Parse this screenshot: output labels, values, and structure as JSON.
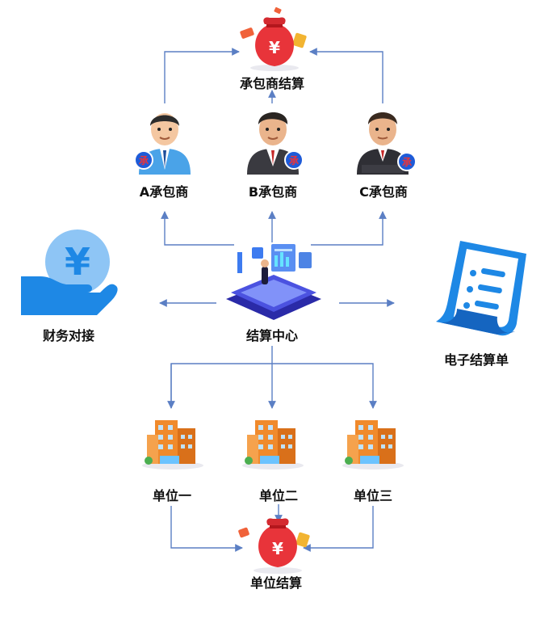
{
  "top_settlement": {
    "label": "承包商结算"
  },
  "contractors": [
    {
      "label": "A承包商",
      "badge": "承"
    },
    {
      "label": "B承包商",
      "badge": "承"
    },
    {
      "label": "C承包商",
      "badge": "承"
    }
  ],
  "center": {
    "label": "结算中心"
  },
  "finance": {
    "label": "财务对接"
  },
  "e_bill": {
    "label": "电子结算单"
  },
  "units": [
    {
      "label": "单位一"
    },
    {
      "label": "单位二"
    },
    {
      "label": "单位三"
    }
  ],
  "bottom_settlement": {
    "label": "单位结算"
  },
  "bag_symbol": "¥",
  "colors": {
    "connector": "#5b7fc4",
    "money_bag": "#e8343a",
    "blue_icon": "#1e88e5",
    "building": "#f08a2c",
    "platform": "#3b3fc9"
  }
}
